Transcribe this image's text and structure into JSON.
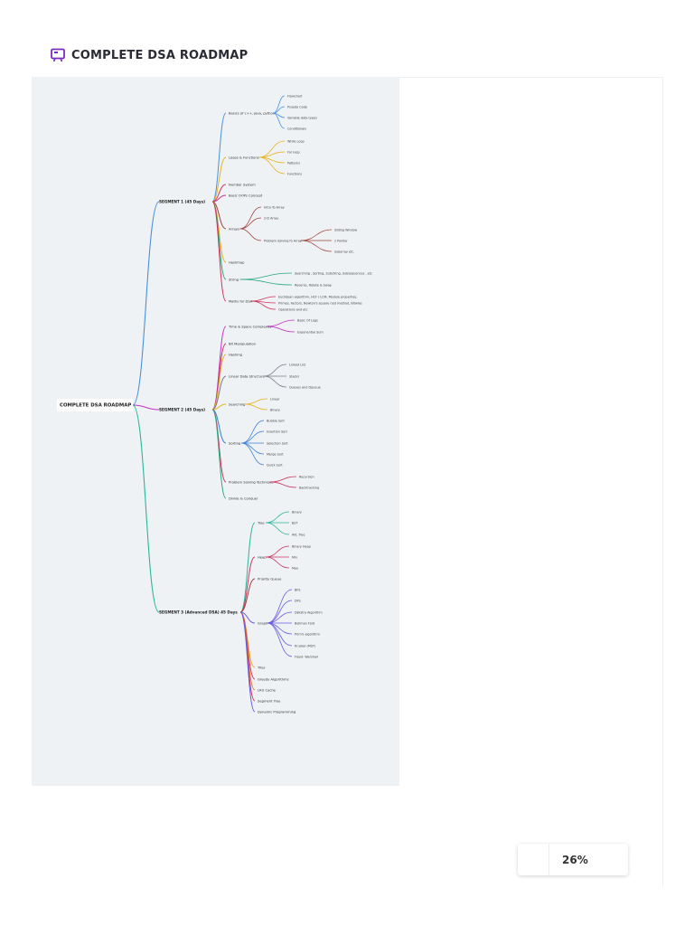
{
  "header": {
    "title": "COMPLETE DSA ROADMAP",
    "icon": "presentation-board-icon",
    "accent": "#7b2cbf"
  },
  "mindmap": {
    "root": "COMPLETE DSA ROADMAP",
    "segments": [
      {
        "label": "SEGMENT 1 (45 Days)",
        "color": "#4a90d9",
        "topics": [
          {
            "label": "Basics of c++, java, python",
            "color": "#4a90d9",
            "children": [
              "Flowchart",
              "Psuedo Code",
              "Variable data types",
              "Conditionals"
            ]
          },
          {
            "label": "Loops  & Functions",
            "color": "#e8b320",
            "children": [
              "While Loop",
              "For loop",
              "Patterns",
              "Functions"
            ]
          },
          {
            "label": "Number System",
            "color": "#d0335c",
            "children": []
          },
          {
            "label": "Basic OOPs Concept",
            "color": "#c2338a",
            "children": []
          },
          {
            "label": "Arrays",
            "color": "#a0443c",
            "children": [
              "Intro To Array",
              "2-D Array",
              "Problem Solving fo Array"
            ],
            "subchildren": [
              "Sliding Window",
              "2 Pointer",
              "Subarray etc."
            ]
          },
          {
            "label": "Hashmap",
            "color": "#e8b320",
            "children": []
          },
          {
            "label": "String",
            "color": "#2aa87a",
            "children": [
              "Searching , Sorting, Substring, Subsequences , etc",
              "Reverse, Rotate & Swap"
            ]
          },
          {
            "label": "Maths for DSA",
            "color": "#d0335c",
            "children": [
              "Euclidean algorithm, HCF / LCM, Module properties,",
              "Primes, Factors, Newton's square root method, Bitwise",
              "Operations and etc"
            ]
          }
        ]
      },
      {
        "label": "SEGMENT 2 (45 Days)",
        "color": "#c235c2",
        "topics": [
          {
            "label": "Time & Space Complexity",
            "color": "#c235c2",
            "children": [
              "Basic Of Logs",
              "Exponential Sum"
            ]
          },
          {
            "label": "Bit Manipulation",
            "color": "#d0335c",
            "children": []
          },
          {
            "label": "Hashing",
            "color": "#e8b320",
            "children": []
          },
          {
            "label": "Linear Data Structure",
            "color": "#7a7a86",
            "children": [
              "Linked List",
              "Stacks",
              "Queues and Dqueue"
            ]
          },
          {
            "label": "Searching",
            "color": "#e8b320",
            "children": [
              "Linear",
              "Binary"
            ]
          },
          {
            "label": "Sorting",
            "color": "#3a7fd9",
            "children": [
              "Bubble Sort",
              "Insertion Sort",
              "Selection Sort",
              "Merge Sort",
              "Quick Sort"
            ]
          },
          {
            "label": "Problem Solving Technique",
            "color": "#d0335c",
            "children": [
              "Recursion",
              "Backtracking"
            ]
          },
          {
            "label": "Divide & Conquer",
            "color": "#2aa87a",
            "children": []
          }
        ]
      },
      {
        "label": "SEGMENT 3 (Advanced DSA) 45 Days",
        "color": "#2ab59a",
        "topics": [
          {
            "label": "Tree",
            "color": "#2ab59a",
            "children": [
              "Binary",
              "BST",
              "AVL Tree"
            ]
          },
          {
            "label": "Heap",
            "color": "#d0335c",
            "children": [
              "Binary Heap",
              "Min",
              "Max"
            ]
          },
          {
            "label": "Priority Queue",
            "color": "#a0443c",
            "children": []
          },
          {
            "label": "Graph",
            "color": "#6a5ae0",
            "children": [
              "BFS",
              "DFS",
              "Dijkstra Algorithm",
              "Bellman Ford",
              "Prim's algorithm",
              "Kruskal (MST)",
              "Floyd- Warshall"
            ]
          },
          {
            "label": "Tries",
            "color": "#e8b320",
            "children": []
          },
          {
            "label": "Greedy Algorithms",
            "color": "#d0335c",
            "children": []
          },
          {
            "label": "LRU Cache",
            "color": "#e07a2a",
            "children": []
          },
          {
            "label": "Segment Tree",
            "color": "#d0335c",
            "children": []
          },
          {
            "label": "Dynamic Programming",
            "color": "#6a5ae0",
            "children": []
          }
        ]
      }
    ]
  },
  "zoom": {
    "value": "26%"
  }
}
